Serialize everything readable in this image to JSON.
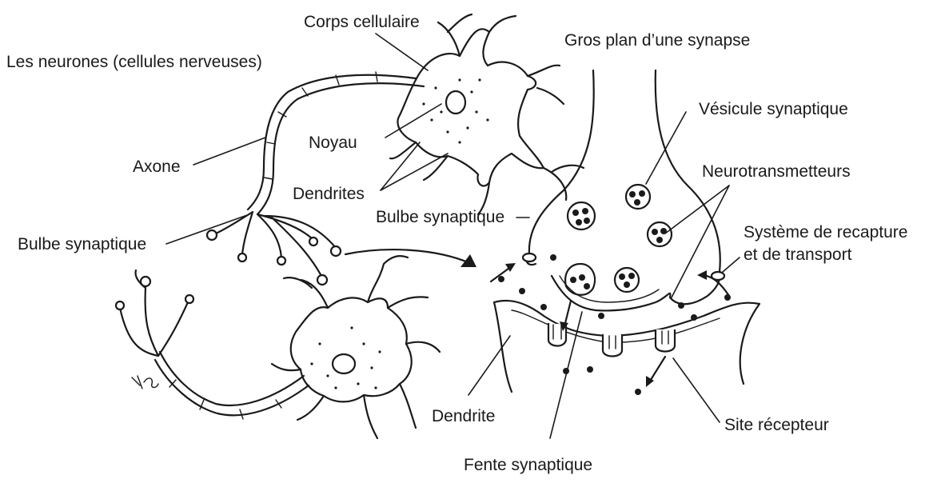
{
  "title": "Les neurones (cellules nerveuses)",
  "synapse_title": "Gros plan d’une synapse",
  "labels": {
    "corps_cellulaire": "Corps cellulaire",
    "noyau": "Noyau",
    "axone": "Axone",
    "dendrites": "Dendrites",
    "bulbe_synaptique_left": "Bulbe synaptique",
    "bulbe_synaptique_right": "Bulbe synaptique",
    "vesicule_synaptique": "Vésicule synaptique",
    "neurotransmetteurs": "Neurotransmetteurs",
    "recapture_line1": "Système de recapture",
    "recapture_line2": "et de transport",
    "dendrite": "Dendrite",
    "site_recepteur": "Site récepteur",
    "fente_synaptique": "Fente synaptique"
  },
  "colors": {
    "ink": "#1a1a1a",
    "background": "#ffffff"
  }
}
